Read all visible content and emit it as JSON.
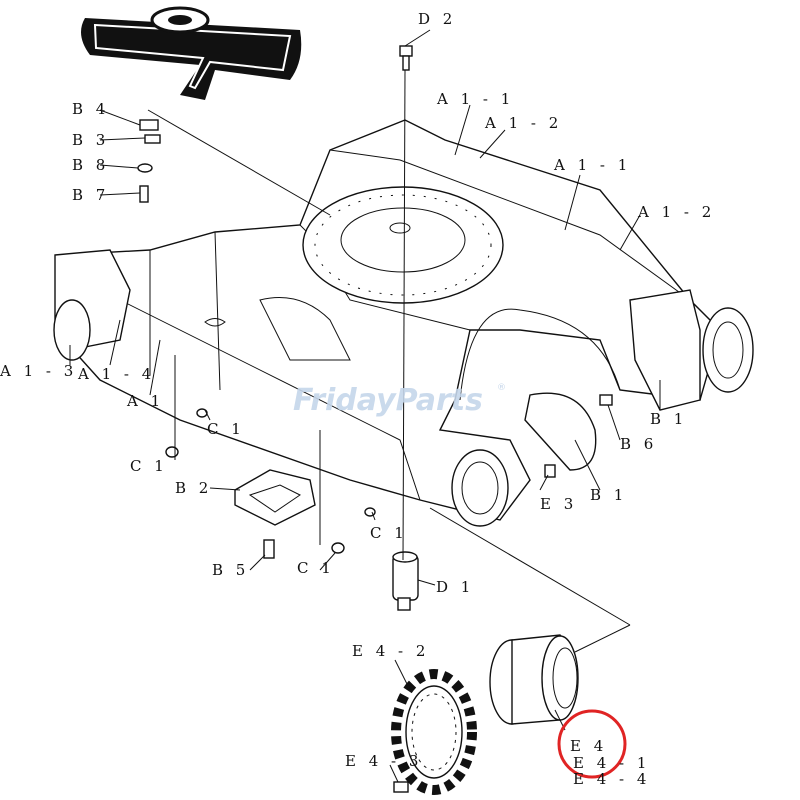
{
  "watermark": {
    "text": "FridayParts",
    "registered_mark": "®",
    "color": "#c5d6ea"
  },
  "highlight": {
    "label": "E 4",
    "color": "#e02424"
  },
  "labels": {
    "d2": "D 2",
    "a1_1_top": "A 1 - 1",
    "a1_2_top": "A 1 - 2",
    "a1_1_right": "A 1 - 1",
    "a1_2_right": "A 1 - 2",
    "b4": "B 4",
    "b3": "B 3",
    "b8": "B 8",
    "b7": "B 7",
    "a1_3": "A 1 - 3",
    "a1_4": "A 1 - 4",
    "a1": "A 1",
    "b1_upper": "B 1",
    "b6": "B 6",
    "b1_lower": "B 1",
    "c1_a": "C 1",
    "c1_b": "C 1",
    "c1_c": "C 1",
    "c1_d": "C 1",
    "b2": "B 2",
    "e3": "E 3",
    "b5": "B 5",
    "d1": "D 1",
    "e4_2": "E 4 - 2",
    "e4_3": "E 4 - 3",
    "e4": "E 4",
    "e4_1": "E 4 - 1",
    "e4_4": "E 4 - 4"
  }
}
